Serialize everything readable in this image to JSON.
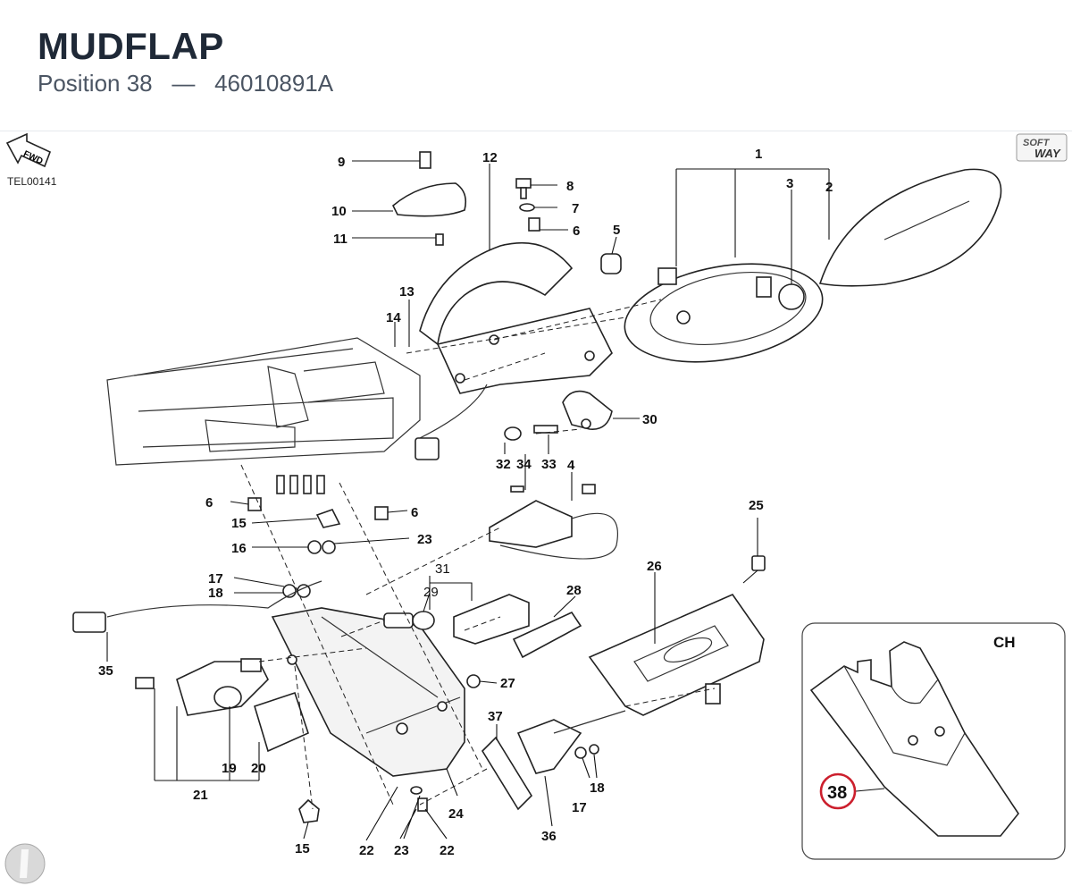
{
  "header": {
    "title": "MUDFLAP",
    "position_label": "Position 38",
    "separator": "—",
    "part_number": "46010891A"
  },
  "diagram": {
    "reference_code": "TEL00141",
    "fwd_label": "FWD",
    "logo_line1": "SOFT",
    "logo_line2": "WAY",
    "inset_label": "CH",
    "highlight_position": "38",
    "highlight_color": "#cc1f2d",
    "callouts": {
      "c1": "1",
      "c2": "2",
      "c3": "3",
      "c4": "4",
      "c5": "5",
      "c6a": "6",
      "c6b": "6",
      "c6c": "6",
      "c7": "7",
      "c8": "8",
      "c9": "9",
      "c10": "10",
      "c11": "11",
      "c12": "12",
      "c13": "13",
      "c14": "14",
      "c15a": "15",
      "c15b": "15",
      "c16": "16",
      "c17a": "17",
      "c17b": "17",
      "c18a": "18",
      "c18b": "18",
      "c19": "19",
      "c20": "20",
      "c21": "21",
      "c22a": "22",
      "c22b": "22",
      "c23a": "23",
      "c23b": "23",
      "c24": "24",
      "c25": "25",
      "c26": "26",
      "c27": "27",
      "c28": "28",
      "c29": "29",
      "c30": "30",
      "c31": "31",
      "c32": "32",
      "c33": "33",
      "c34": "34",
      "c35": "35",
      "c36": "36",
      "c37": "37"
    }
  }
}
